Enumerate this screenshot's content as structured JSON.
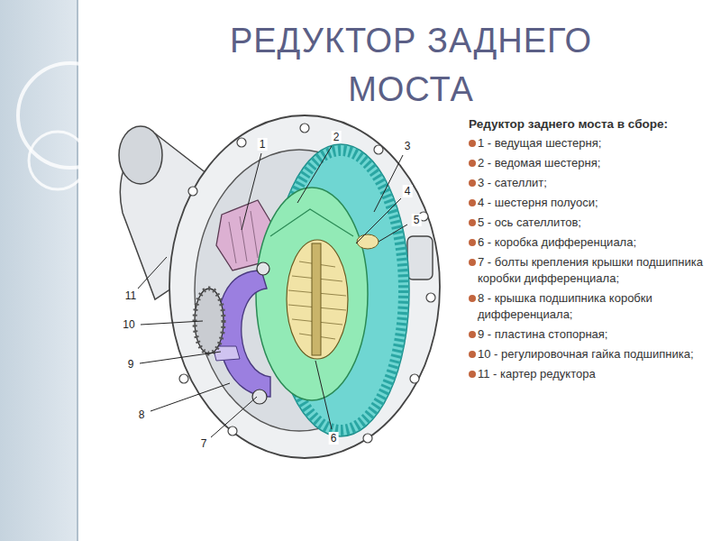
{
  "diagram": {
    "title": "РЕДУКТОР ЗАДНЕГО МОСТА",
    "labels": [
      "1",
      "2",
      "3",
      "4",
      "5",
      "6",
      "7",
      "8",
      "9",
      "10",
      "11",
      "Редуктор заднего моста в сборе:",
      "1 - ведущая шестерня;",
      "2 - ведомая шестерня;",
      "3 - сателлит;",
      "4 - шестерня полуоси;",
      "5 - ось сателлитов;",
      "6 - коробка дифференциала;",
      "7 - болты крепления крышки подшипника коробки дифференциала;",
      "8 - крышка подшипника коробки дифференциала;",
      "9 - пластина стопорная;",
      "10 - регулировочная гайка подшипника;",
      "11 - картер редуктора"
    ]
  }
}
